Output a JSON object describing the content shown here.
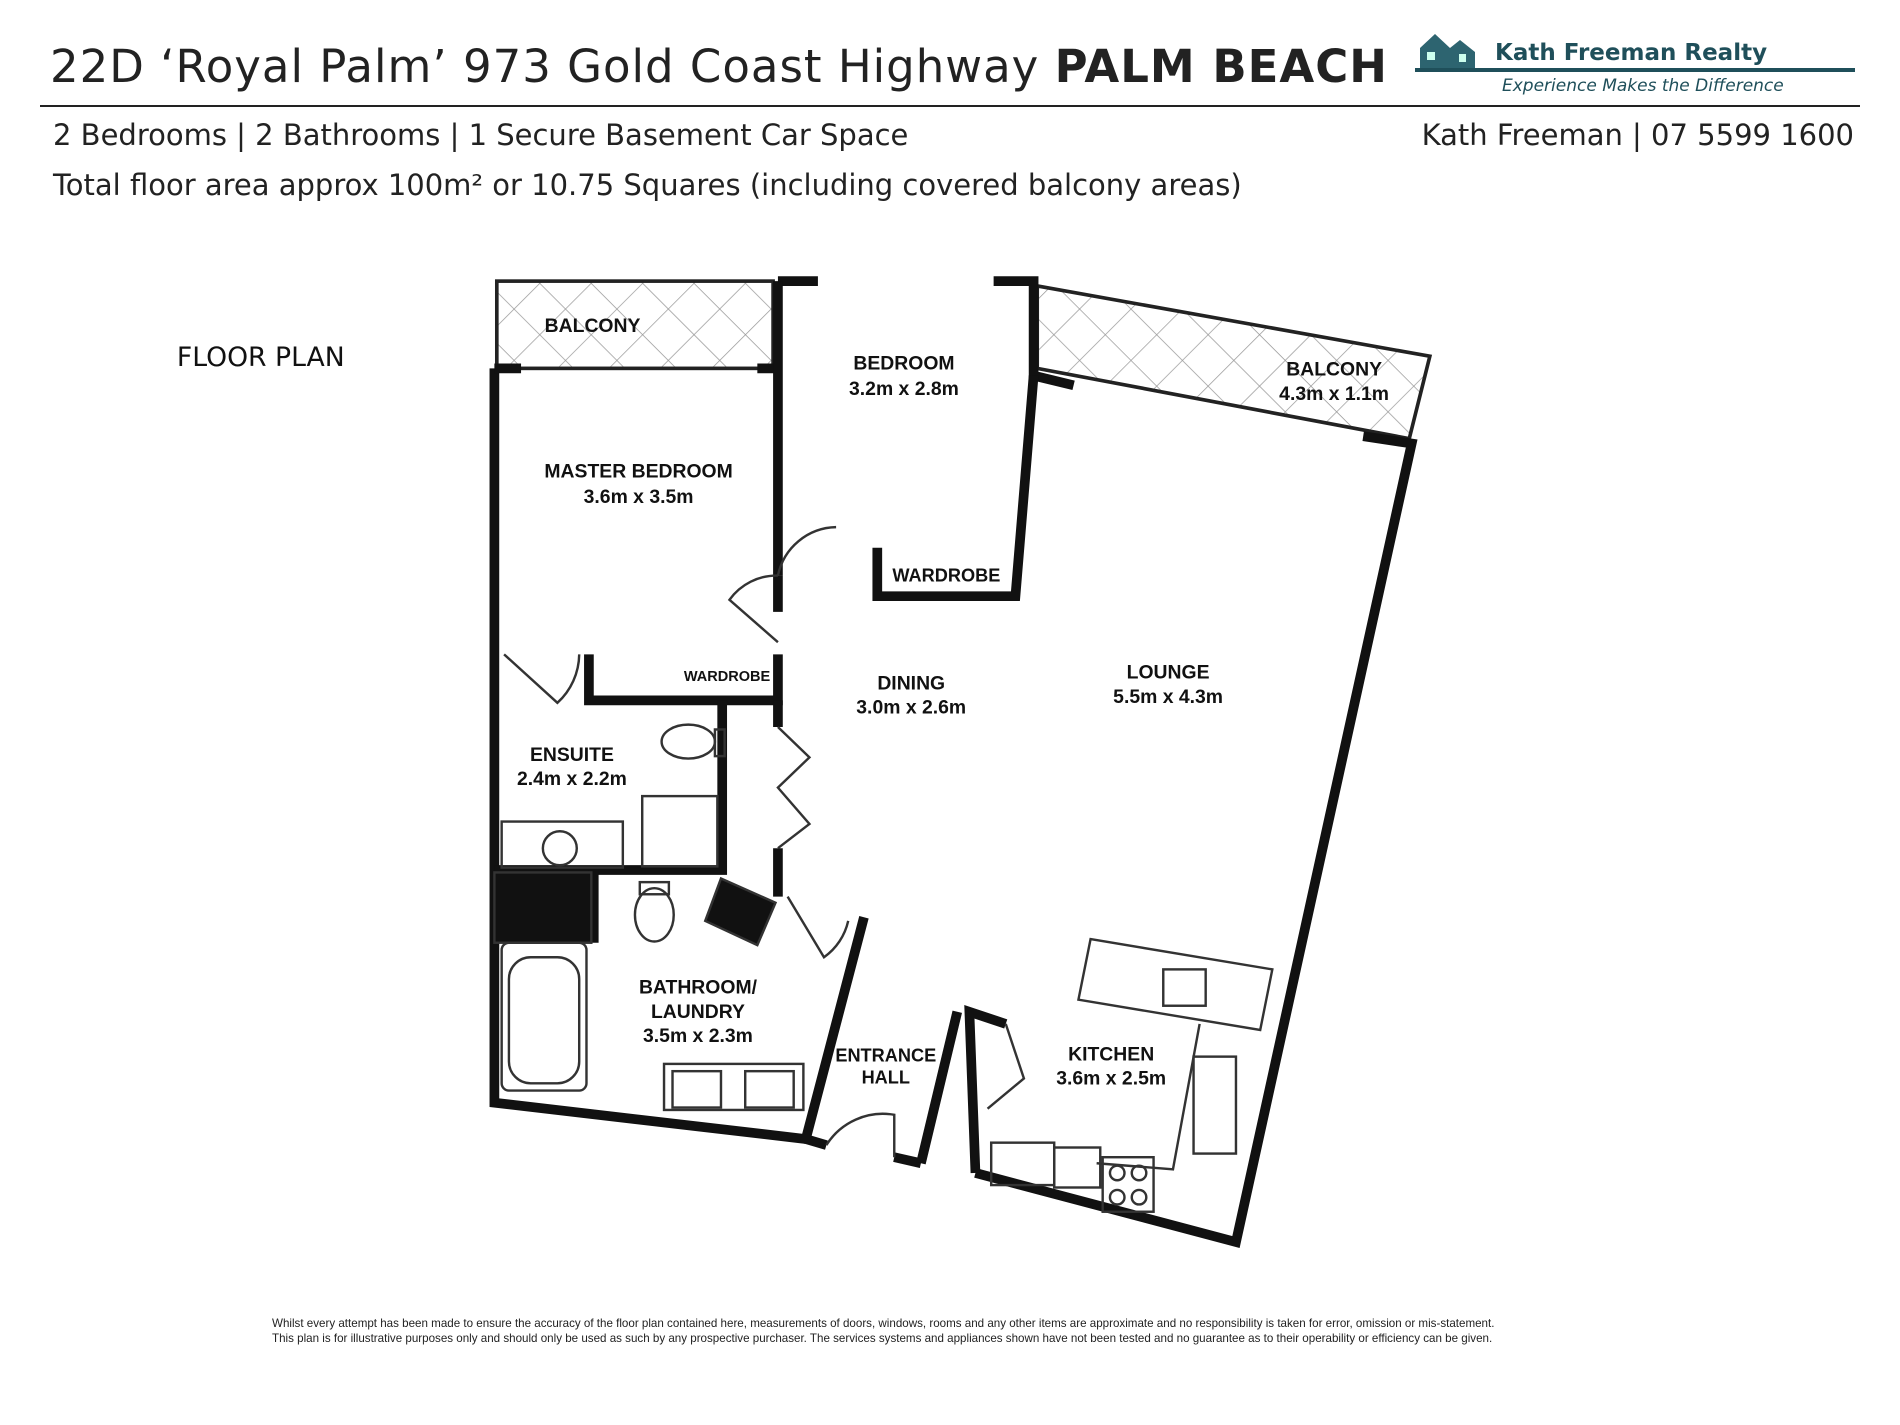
{
  "header": {
    "title_prefix": "22D ‘Royal Palm’ 973 Gold Coast Highway ",
    "title_suburb": "PALM BEACH",
    "features": "2 Bedrooms | 2 Bathrooms | 1 Secure Basement Car Space",
    "agent": "Kath Freeman | 07 5599 1600",
    "area": "Total floor area approx 100m² or 10.75 Squares (including covered balcony areas)"
  },
  "logo": {
    "name": "Kath Freeman Realty",
    "tagline": "Experience Makes the Difference",
    "color": "#1f4f5a"
  },
  "plan_label": "FLOOR PLAN",
  "rooms": {
    "balcony1": {
      "name": "BALCONY"
    },
    "bedroom": {
      "name": "BEDROOM",
      "size": "3.2m x 2.8m"
    },
    "balcony2": {
      "name": "BALCONY",
      "size": "4.3m x 1.1m"
    },
    "master": {
      "name": "MASTER BEDROOM",
      "size": "3.6m x 3.5m"
    },
    "wardrobe1": {
      "name": "WARDROBE"
    },
    "wardrobe2": {
      "name": "WARDROBE"
    },
    "dining": {
      "name": "DINING",
      "size": "3.0m x 2.6m"
    },
    "lounge": {
      "name": "LOUNGE",
      "size": "5.5m x 4.3m"
    },
    "ensuite": {
      "name": "ENSUITE",
      "size": "2.4m x 2.2m"
    },
    "bathroom": {
      "name1": "BATHROOM/",
      "name2": "LAUNDRY",
      "size": "3.5m x 2.3m"
    },
    "entrance": {
      "name1": "ENTRANCE",
      "name2": "HALL"
    },
    "kitchen": {
      "name": "KITCHEN",
      "size": "3.6m x 2.5m"
    }
  },
  "disclaimer": [
    "Whilst every attempt has been made to ensure the accuracy of the floor plan contained here, measurements of doors, windows, rooms and any other items are approximate and no responsibility is taken for error, omission or mis-statement.",
    "This plan is for illustrative purposes only and should only be used as such by any prospective purchaser. The services systems and appliances shown have not been tested and no guarantee as to their operability or efficiency can be given."
  ]
}
